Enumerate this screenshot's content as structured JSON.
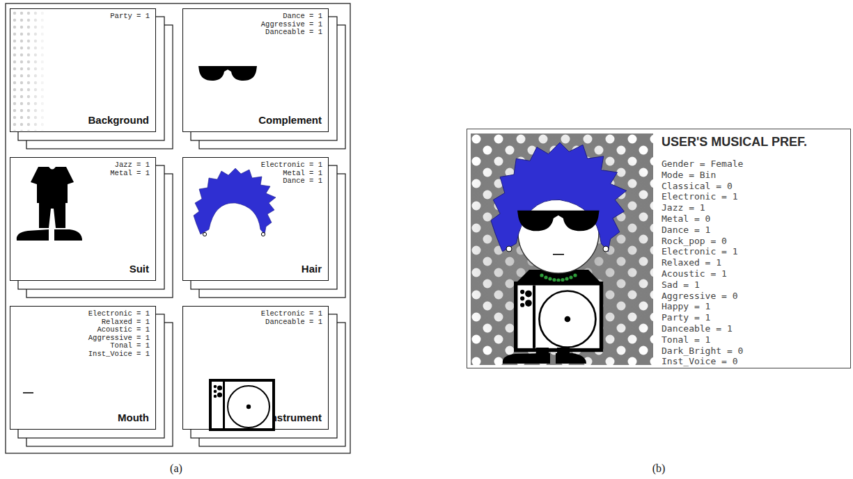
{
  "diagram": {
    "nodes": [
      {
        "text": [
          "Party = 1",
          "Background"
        ]
      },
      {
        "text": [
          "Dance = 1",
          "Aggressive = 1",
          "Danceable = 1",
          "Complement"
        ]
      },
      {
        "text": [
          "Jazz = 1",
          "Metal = 1",
          "Suit"
        ]
      },
      {
        "text": [
          "Electronic = 1",
          "Metal = 1",
          "Dance = 1",
          "Hair"
        ]
      },
      {
        "text": [
          "Electronic = 1",
          "Relaxed = 1",
          "Acoustic = 1",
          "Aggressive = 1",
          "Tonal = 1",
          "Inst_Voice = 1",
          "Mouth"
        ]
      },
      {
        "text": [
          "Electronic = 1",
          "Danceable = 1",
          "Instrument"
        ]
      },
      {
        "text": [
          "USER'S MUSICAL PREF.",
          "Gender = Female",
          "Mode = Bin",
          "Classical = 0",
          "Electronic = 1",
          "Jazz = 1",
          "Metal = 0",
          "Dance = 1",
          "Rock_pop = 0",
          "Electronic = 1",
          "Relaxed = 1",
          "Acoustic = 1",
          "Sad = 1",
          "Aggressive = 0",
          "Happy = 1",
          "Party = 1",
          "Danceable = 1",
          "Tonal = 1",
          "Dark_Bright = 0",
          "Inst_Voice = 0"
        ]
      }
    ],
    "labels": [
      "(a)",
      "(b)"
    ]
  }
}
